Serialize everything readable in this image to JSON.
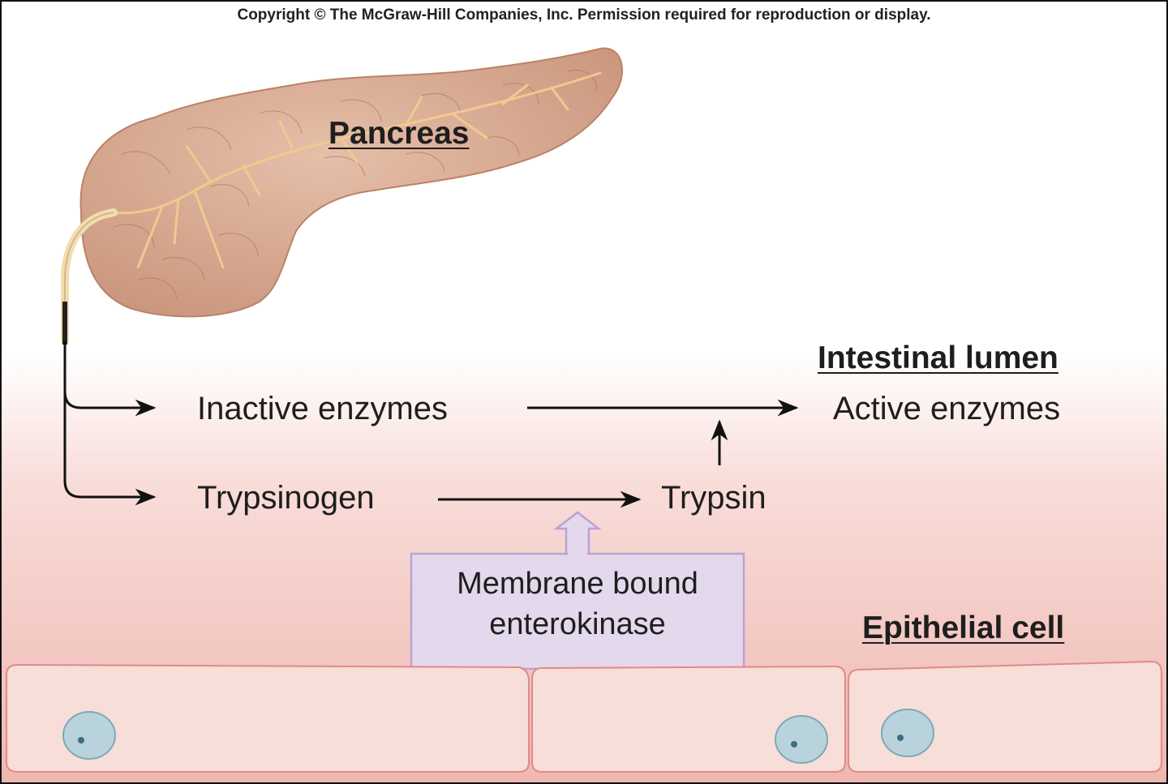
{
  "copyright": "Copyright © The McGraw-Hill Companies, Inc. Permission required for reproduction or display.",
  "labels": {
    "pancreas": "Pancreas",
    "intestinal_lumen": "Intestinal lumen",
    "inactive_enzymes": "Inactive enzymes",
    "active_enzymes": "Active enzymes",
    "trypsinogen": "Trypsinogen",
    "trypsin": "Trypsin",
    "enterokinase_line1": "Membrane bound",
    "enterokinase_line2": "enterokinase",
    "epithelial_cell": "Epithelial cell"
  },
  "colors": {
    "lumen_gradient_top": "#ffffff",
    "lumen_gradient_bottom": "#efb7b1",
    "pancreas_fill": "#d9ab92",
    "pancreas_duct": "#f2c98e",
    "enterokinase_box": "#e4d8ec",
    "enterokinase_border": "#b9a2d4",
    "cell_fill": "#f7ded8",
    "cell_border": "#e08a86",
    "nucleus_fill": "#b9d3dc",
    "nucleus_border": "#7fa8b8",
    "arrow": "#111111"
  }
}
